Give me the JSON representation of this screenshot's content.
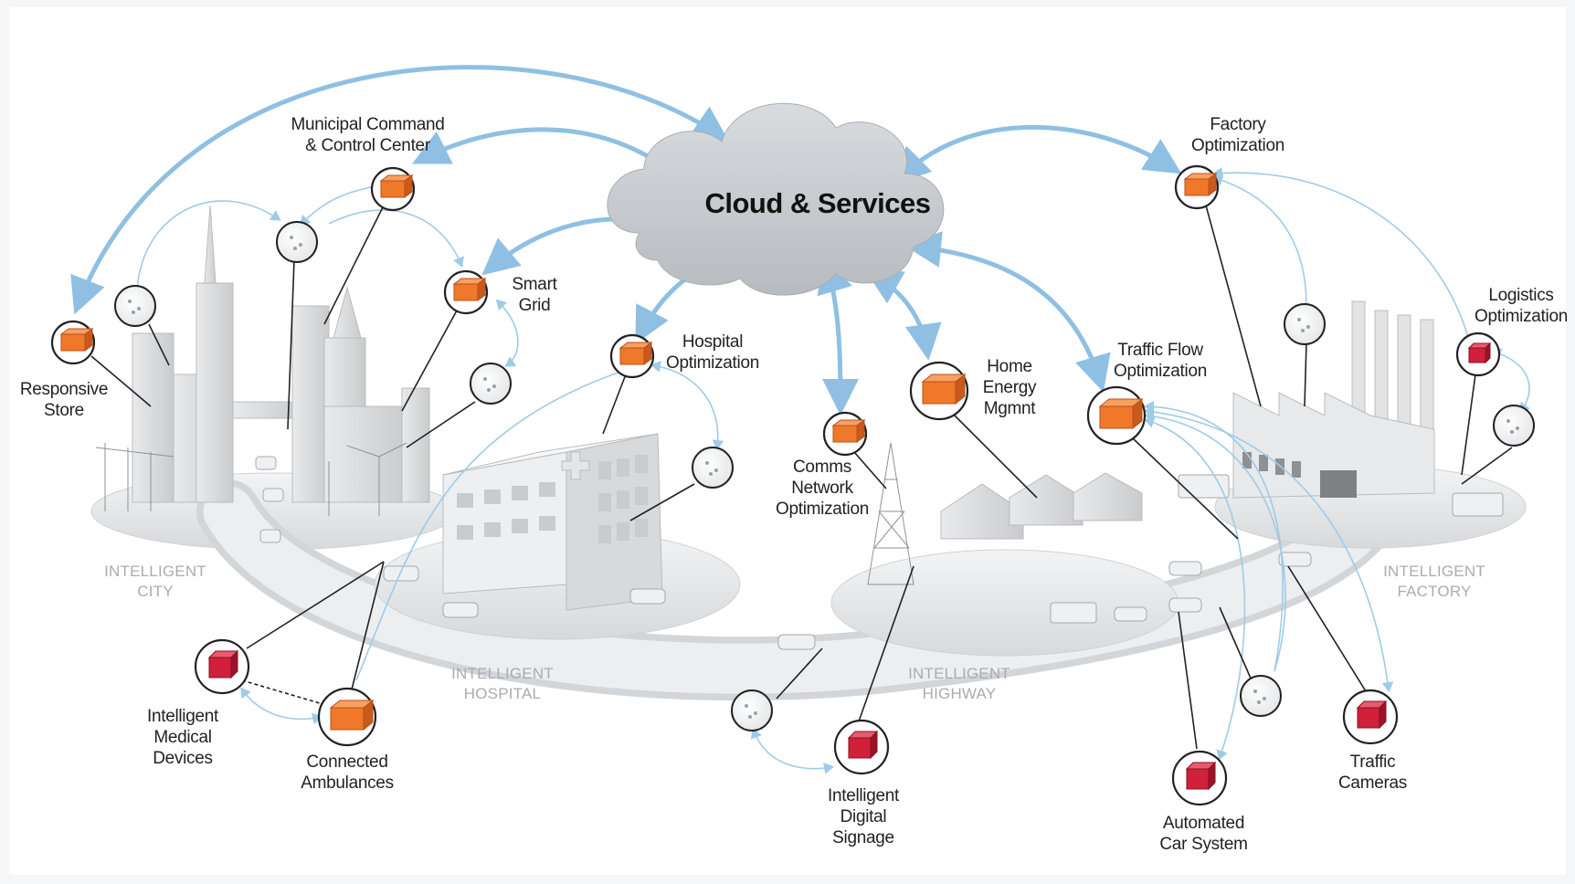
{
  "cloud": {
    "title": "Cloud & Services"
  },
  "zones": {
    "city": "INTELLIGENT\nCITY",
    "hospital": "INTELLIGENT\nHOSPITAL",
    "highway": "INTELLIGENT\nHIGHWAY",
    "factory": "INTELLIGENT\nFACTORY"
  },
  "nodes": {
    "responsive_store": "Responsive\nStore",
    "municipal": "Municipal Command\n& Control Center",
    "smart_grid": "Smart\nGrid",
    "hospital_opt": "Hospital\nOptimization",
    "comms": "Comms\nNetwork\nOptimization",
    "home_energy": "Home\nEnergy\nMgmnt",
    "traffic_flow": "Traffic Flow\nOptimization",
    "factory_opt": "Factory\nOptimization",
    "logistics": "Logistics\nOptimization",
    "medical": "Intelligent\nMedical\nDevices",
    "ambulances": "Connected\nAmbulances",
    "signage": "Intelligent\nDigital\nSignage",
    "car_system": "Automated\nCar System",
    "cameras": "Traffic\nCameras"
  },
  "colors": {
    "arrow": "#8fc0e3",
    "orange_node": "#f0782a",
    "red_node": "#d0203a",
    "cloud": "#c8ccd0"
  }
}
